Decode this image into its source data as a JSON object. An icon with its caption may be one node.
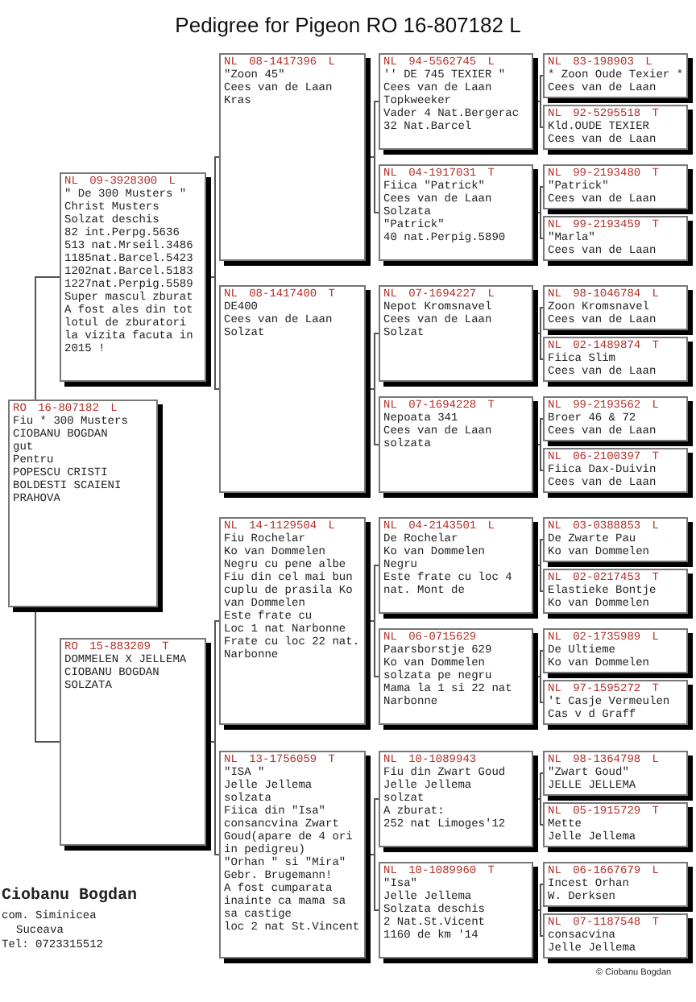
{
  "diagram": {
    "title": "Pedigree for Pigeon RO  16-807182 L",
    "nodes": [
      {
        "text": [
          "RO 16-807182 L",
          "Fiu * 300 Musters",
          "CIOBANU BOGDAN",
          "gut",
          "Pentru",
          "POPESCU CRISTI",
          "BOLDESTI SCAIENI",
          "PRAHOVA"
        ]
      },
      {
        "text": [
          "NL 09-3928300 L",
          "\" De 300 Musters \"",
          "Christ Musters",
          "Solzat deschis",
          "82 int.Perpg.5636",
          "513 nat.Mrseil.3486",
          "1185nat.Barcel.5423",
          "1202nat.Barcel.5183",
          "1227nat.Perpig.5589",
          "Super mascul zburat",
          "A fost ales din tot",
          "lotul de zburatori",
          "la vizita facuta in",
          "2015 !"
        ]
      },
      {
        "text": [
          "RO 15-883209 T",
          "DOMMELEN X JELLEMA",
          "CIOBANU BOGDAN",
          "SOLZATA"
        ]
      },
      {
        "text": [
          "NL 08-1417396 L",
          "\"Zoon 45\"",
          "Cees van de Laan",
          "Kras"
        ]
      },
      {
        "text": [
          "NL 08-1417400 T",
          "DE400",
          "Cees van de Laan",
          "Solzat"
        ]
      },
      {
        "text": [
          "NL 14-1129504 L",
          "Fiu Rochelar",
          "Ko van Dommelen",
          "Negru cu pene albe",
          "Fiu din cel mai bun",
          "cuplu de prasila Ko",
          "van Dommelen",
          "Este frate cu",
          "Loc 1 nat Narbonne",
          "Frate cu loc 22 nat.",
          "Narbonne"
        ]
      },
      {
        "text": [
          "NL 13-1756059 T",
          "\"ISA \"",
          "Jelle Jellema",
          "solzata",
          "Fiica din \"Isa\"",
          "consancvina Zwart",
          "Goud(apare de 4 ori",
          "in pedigreu)",
          "\"Orhan \" si \"Mira\"",
          "Gebr. Brugemann!",
          "A fost cumparata",
          "inainte ca mama sa",
          "sa castige",
          "loc 2 nat St.Vincent"
        ]
      },
      {
        "text": [
          "NL 94-5562745 L",
          "'' DE 745 TEXIER \"",
          "Cees van de Laan",
          "Topkweeker",
          "Vader 4 Nat.Bergerac",
          "32 Nat.Barcel"
        ]
      },
      {
        "text": [
          "NL 04-1917031 T",
          "Fiica \"Patrick\"",
          "Cees van de Laan",
          "Solzata",
          "\"Patrick\"",
          "40 nat.Perpig.5890"
        ]
      },
      {
        "text": [
          "NL 07-1694227 L",
          "Nepot Kromsnavel",
          "Cees van de Laan",
          "Solzat"
        ]
      },
      {
        "text": [
          "NL 07-1694228 T",
          "Nepoata 341",
          "Cees van de Laan",
          "solzata"
        ]
      },
      {
        "text": [
          "NL 04-2143501 L",
          "De Rochelar",
          "Ko van Dommelen",
          "Negru",
          "Este frate cu loc 4",
          "nat. Mont de"
        ]
      },
      {
        "text": [
          "NL 06-0715629",
          "Paarsborstje 629",
          "Ko van Dommelen",
          "solzata pe negru",
          "Mama la 1 si 22 nat",
          "Narbonne"
        ]
      },
      {
        "text": [
          "NL 10-1089943",
          "Fiu din Zwart Goud",
          "Jelle Jellema",
          "solzat",
          "A zburat:",
          "252 nat Limoges'12"
        ]
      },
      {
        "text": [
          "NL 10-1089960 T",
          "\"Isa\"",
          "Jelle Jellema",
          "Solzata deschis",
          "2 Nat.St.Vicent",
          "1160 de km '14"
        ]
      },
      {
        "text": [
          "NL 83-198903 L",
          "* Zoon Oude Texier *",
          "Cees van de Laan"
        ]
      },
      {
        "text": [
          "NL 92-5295518 T",
          "Kld.OUDE TEXIER",
          "Cees van de Laan"
        ]
      },
      {
        "text": [
          "NL 99-2193480 T",
          "\"Patrick\"",
          "Cees van de Laan"
        ]
      },
      {
        "text": [
          "NL 99-2193459 T",
          "\"Marla\"",
          "Cees van de Laan"
        ]
      },
      {
        "text": [
          "NL 98-1046784 L",
          "Zoon Kromsnavel",
          "Cees van de Laan"
        ]
      },
      {
        "text": [
          "NL 02-1489874 T",
          "Fiica Slim",
          "Cees van de Laan"
        ]
      },
      {
        "text": [
          "NL 99-2193562 L",
          "Broer 46 & 72",
          "Cees van de Laan"
        ]
      },
      {
        "text": [
          "NL 06-2100397 T",
          "Fiica Dax-Duivin",
          "Cees van de Laan"
        ]
      },
      {
        "text": [
          "NL 03-0388853 L",
          "De Zwarte Pau",
          "Ko van Dommelen"
        ]
      },
      {
        "text": [
          "NL 02-0217453 T",
          "Elastieke Bontje",
          "Ko van Dommelen"
        ]
      },
      {
        "text": [
          "NL 02-1735989 L",
          "De Ultieme",
          "Ko van Dommelen"
        ]
      },
      {
        "text": [
          "NL 97-1595272 T",
          "'t Casje Vermeulen",
          "Cas v d Graff"
        ]
      },
      {
        "text": [
          "NL 98-1364798 L",
          "\"Zwart Goud\"",
          "JELLE JELLEMA"
        ]
      },
      {
        "text": [
          "NL 05-1915729 T",
          "Mette",
          "Jelle Jellema"
        ]
      },
      {
        "text": [
          "NL 06-1667679 L",
          "Incest Orhan",
          "W. Derksen"
        ]
      },
      {
        "text": [
          "NL 07-1187548 T",
          "consacvina",
          "Jelle Jellema"
        ]
      }
    ],
    "edges": [
      {
        "from": 0,
        "to": 1,
        "arrow": "none"
      },
      {
        "from": 0,
        "to": 2,
        "arrow": "none"
      },
      {
        "from": 1,
        "to": 3,
        "arrow": "none"
      },
      {
        "from": 1,
        "to": 4,
        "arrow": "none"
      },
      {
        "from": 2,
        "to": 5,
        "arrow": "none"
      },
      {
        "from": 2,
        "to": 6,
        "arrow": "none"
      },
      {
        "from": 3,
        "to": 7,
        "arrow": "none"
      },
      {
        "from": 3,
        "to": 8,
        "arrow": "none"
      },
      {
        "from": 4,
        "to": 9,
        "arrow": "none"
      },
      {
        "from": 4,
        "to": 10,
        "arrow": "none"
      },
      {
        "from": 5,
        "to": 11,
        "arrow": "none"
      },
      {
        "from": 5,
        "to": 12,
        "arrow": "none"
      },
      {
        "from": 6,
        "to": 13,
        "arrow": "none"
      },
      {
        "from": 6,
        "to": 14,
        "arrow": "none"
      },
      {
        "from": 7,
        "to": 15,
        "arrow": "none"
      },
      {
        "from": 7,
        "to": 16,
        "arrow": "none"
      },
      {
        "from": 8,
        "to": 17,
        "arrow": "none"
      },
      {
        "from": 8,
        "to": 18,
        "arrow": "none"
      },
      {
        "from": 9,
        "to": 19,
        "arrow": "none"
      },
      {
        "from": 9,
        "to": 20,
        "arrow": "none"
      },
      {
        "from": 10,
        "to": 21,
        "arrow": "none"
      },
      {
        "from": 10,
        "to": 22,
        "arrow": "none"
      },
      {
        "from": 11,
        "to": 23,
        "arrow": "none"
      },
      {
        "from": 11,
        "to": 24,
        "arrow": "none"
      },
      {
        "from": 12,
        "to": 25,
        "arrow": "none"
      },
      {
        "from": 12,
        "to": 26,
        "arrow": "none"
      },
      {
        "from": 13,
        "to": 27,
        "arrow": "none"
      },
      {
        "from": 13,
        "to": 28,
        "arrow": "none"
      },
      {
        "from": 14,
        "to": 29,
        "arrow": "none"
      },
      {
        "from": 14,
        "to": 30,
        "arrow": "none"
      }
    ],
    "labels": [
      "Ciobanu Bogdan",
      "com. Siminicea",
      "Suceava",
      "Tel: 0723315512",
      "© Ciobanu Bogdan"
    ]
  }
}
